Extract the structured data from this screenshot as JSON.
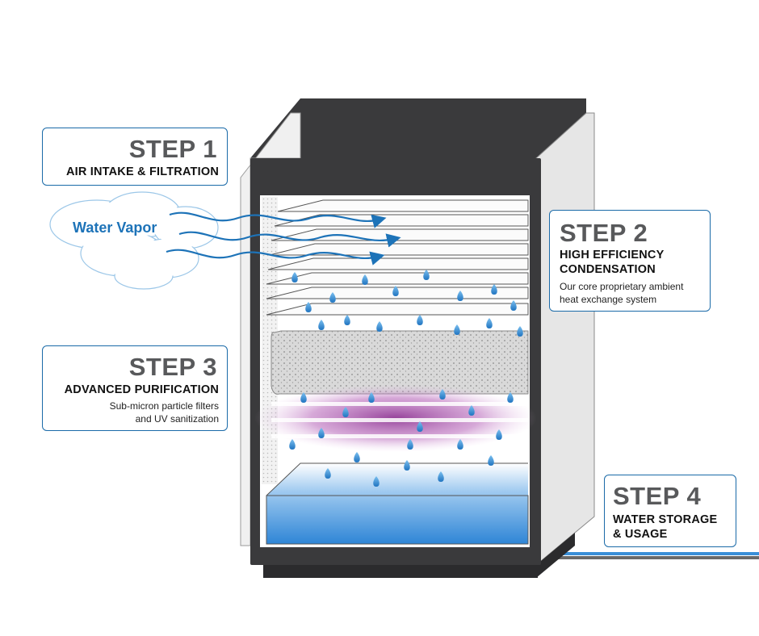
{
  "steps": [
    {
      "title": "STEP 1",
      "subtitle": "AIR INTAKE & FILTRATION",
      "description": ""
    },
    {
      "title": "STEP 2",
      "subtitle_lines": [
        "HIGH EFFICIENCY",
        "CONDENSATION"
      ],
      "description_lines": [
        "Our core proprietary ambient",
        "heat exchange system"
      ]
    },
    {
      "title": "STEP 3",
      "subtitle": "ADVANCED PURIFICATION",
      "description_lines": [
        "Sub-micron particle filters",
        "and UV sanitization"
      ]
    },
    {
      "title": "STEP 4",
      "subtitle_lines": [
        "WATER STORAGE",
        "& USAGE"
      ]
    }
  ],
  "vapor_label": "Water Vapor",
  "colors": {
    "accent_blue": "#1d73b8",
    "frame_dark": "#3a3a3c",
    "step_title_gray": "#58595b",
    "uv_purple": "#9b3fa0",
    "water_blue": "#3a8fd8"
  }
}
